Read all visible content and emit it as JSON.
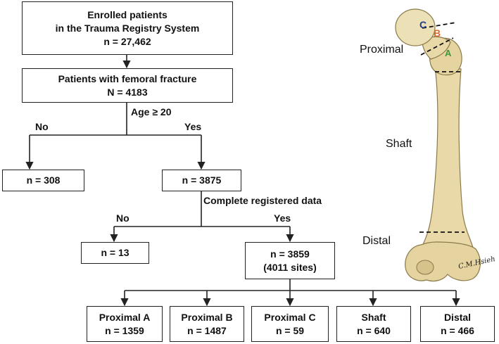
{
  "flow": {
    "enrolled": {
      "line1": "Enrolled patients",
      "line2": "in the Trauma Registry System",
      "line3": "n = 27,462"
    },
    "femoral": {
      "line1": "Patients with femoral fracture",
      "line2": "N = 4183"
    },
    "age_label": "Age ≥ 20",
    "no1": "No",
    "yes1": "Yes",
    "n308": "n = 308",
    "n3875": "n = 3875",
    "complete_label": "Complete registered data",
    "no2": "No",
    "yes2": "Yes",
    "n13": "n = 13",
    "n3859": {
      "line1": "n = 3859",
      "line2": "(4011 sites)"
    },
    "sites": [
      {
        "name": "Proximal A",
        "n": "n = 1359"
      },
      {
        "name": "Proximal B",
        "n": "n = 1487"
      },
      {
        "name": "Proximal C",
        "n": "n = 59"
      },
      {
        "name": "Shaft",
        "n": "n = 640"
      },
      {
        "name": "Distal",
        "n": "n = 466"
      }
    ]
  },
  "femur": {
    "proximal": "Proximal",
    "shaft": "Shaft",
    "distal": "Distal",
    "zone_a": "A",
    "zone_b": "B",
    "zone_c": "C",
    "signature": "C.M.Hsieh",
    "colors": {
      "bone": "#e9d9a9",
      "zone_a": "#3a9a3a",
      "zone_b": "#d9692a",
      "zone_c": "#1f3c8a"
    }
  }
}
